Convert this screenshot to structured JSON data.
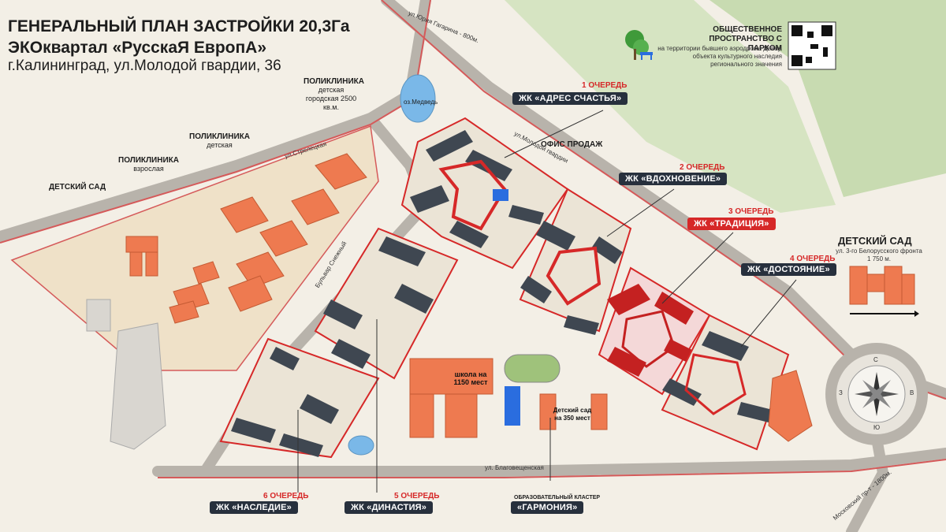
{
  "header": {
    "title_line1": "ГЕНЕРАЛЬНЫЙ ПЛАН ЗАСТРОЙКИ 20,3Га",
    "title_line2": "ЭКОквартал «РусскаЯ ЕвропА»",
    "title_line3": "г.Калининград, ул.Молодой гвардии, 36"
  },
  "park": {
    "title": "ОБЩЕСТВЕННОЕ ПРОСТРАНСТВО С ПАРКОМ",
    "subtitle": "на территории бывшего аэродрома Девау, объекта культурного наследия регионального значения",
    "icon": "park-tree-bench-icon",
    "qr": "qr-code-icon"
  },
  "labels": {
    "poly_child_city": "ПОЛИКЛИНИКА",
    "poly_child_city_sub": "детская городская 2500 кв.м.",
    "poly_child": "ПОЛИКЛИНИКА",
    "poly_child_sub": "детская",
    "poly_adult": "ПОЛИКЛИНИКА",
    "poly_adult_sub": "взрослая",
    "kindergarten": "ДЕТСКИЙ САД",
    "sales_office": "ОФИС ПРОДАЖ",
    "lake_medved": "оз.Медведь",
    "school": "школа на 1150 мест",
    "kg_350": "Детский сад на 350 мест",
    "kg_east_title": "ДЕТСКИЙ САД",
    "kg_east_sub": "ул. 3-го Белорусского фронта 1 750 м.",
    "cluster_sub": "ОБРАЗОВАТЕЛЬНЫЙ КЛАСТЕР"
  },
  "streets": {
    "gagarina": "ул.Юрия Гагарина - 800м.",
    "strelecka": "ул.Стрелецкая",
    "molodoi": "ул.Молодой гвардии",
    "bulvar": "Бульвар Снежный",
    "blagov": "ул. Благовещенская",
    "moskovsky": "Московский пр-т - 1800м."
  },
  "queues": [
    {
      "q": "1 ОЧЕРЕДЬ",
      "name": "ЖК «АДРЕС СЧАСТЬЯ»",
      "style": "dark"
    },
    {
      "q": "2 ОЧЕРЕДЬ",
      "name": "ЖК «ВДОХНОВЕНИЕ»",
      "style": "dark"
    },
    {
      "q": "3 ОЧЕРЕДЬ",
      "name": "ЖК «ТРАДИЦИЯ»",
      "style": "red"
    },
    {
      "q": "4 ОЧЕРЕДЬ",
      "name": "ЖК «ДОСТОЯНИЕ»",
      "style": "dark"
    },
    {
      "q": "5 ОЧЕРЕДЬ",
      "name": "ЖК «ДИНАСТИЯ»",
      "style": "dark"
    },
    {
      "q": "6 ОЧЕРЕДЬ",
      "name": "ЖК «НАСЛЕДИЕ»",
      "style": "dark"
    },
    {
      "q": "",
      "name": "«ГАРМОНИЯ»",
      "style": "dark"
    }
  ],
  "compass": {
    "n": "С",
    "s": "Ю",
    "w": "З",
    "e": "В"
  },
  "colors": {
    "accent_red": "#d62828",
    "pill_dark": "#27303d",
    "building_orange": "#ee7a50",
    "residential_gray": "#3f4751",
    "park_green": "#c8dbb1",
    "ground": "#f3efe6"
  }
}
